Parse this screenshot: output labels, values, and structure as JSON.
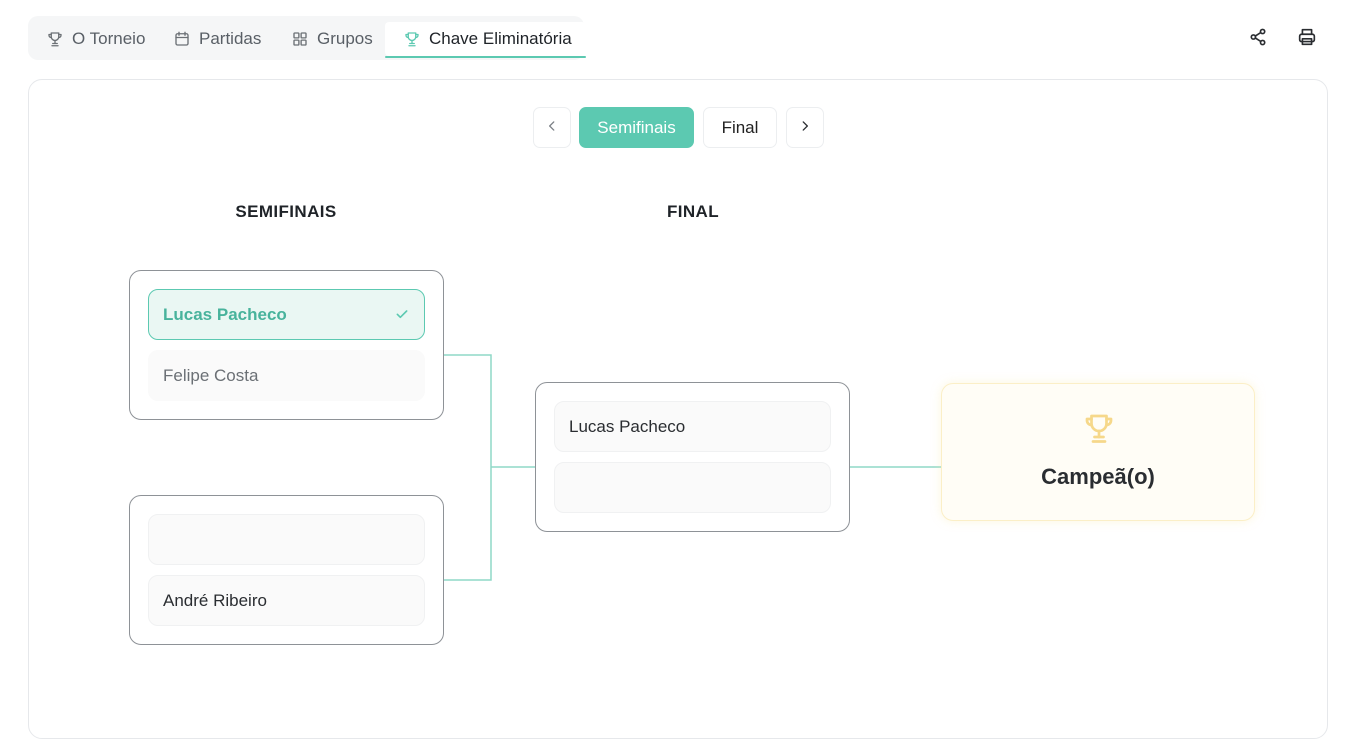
{
  "tabs": [
    {
      "label": "O Torneio",
      "icon": "trophy-icon",
      "active": false
    },
    {
      "label": "Partidas",
      "icon": "calendar-icon",
      "active": false
    },
    {
      "label": "Grupos",
      "icon": "grid-icon",
      "active": false
    },
    {
      "label": "Chave Eliminatória",
      "icon": "trophy-icon",
      "active": true
    }
  ],
  "actions": {
    "share_icon": "share-icon",
    "print_icon": "print-icon"
  },
  "round_nav": {
    "prev_icon": "chevron-left-icon",
    "next_icon": "chevron-right-icon",
    "rounds": [
      "Semifinais",
      "Final"
    ],
    "active_round": "Semifinais"
  },
  "bracket": {
    "columns": [
      "SEMIFINAIS",
      "FINAL"
    ],
    "semifinals": [
      {
        "players": [
          "Lucas Pacheco",
          "Felipe Costa"
        ],
        "winner": "Lucas Pacheco"
      },
      {
        "players": [
          "",
          "André Ribeiro"
        ],
        "winner": ""
      }
    ],
    "final": {
      "players": [
        "Lucas Pacheco",
        ""
      ]
    },
    "champion": {
      "label": "Campeã(o)",
      "icon": "trophy-icon"
    }
  },
  "colors": {
    "accent": "#5cc9b1",
    "winner_bg": "#eaf7f3",
    "champion_border": "#fbefc7",
    "trophy": "#f6d88a"
  }
}
